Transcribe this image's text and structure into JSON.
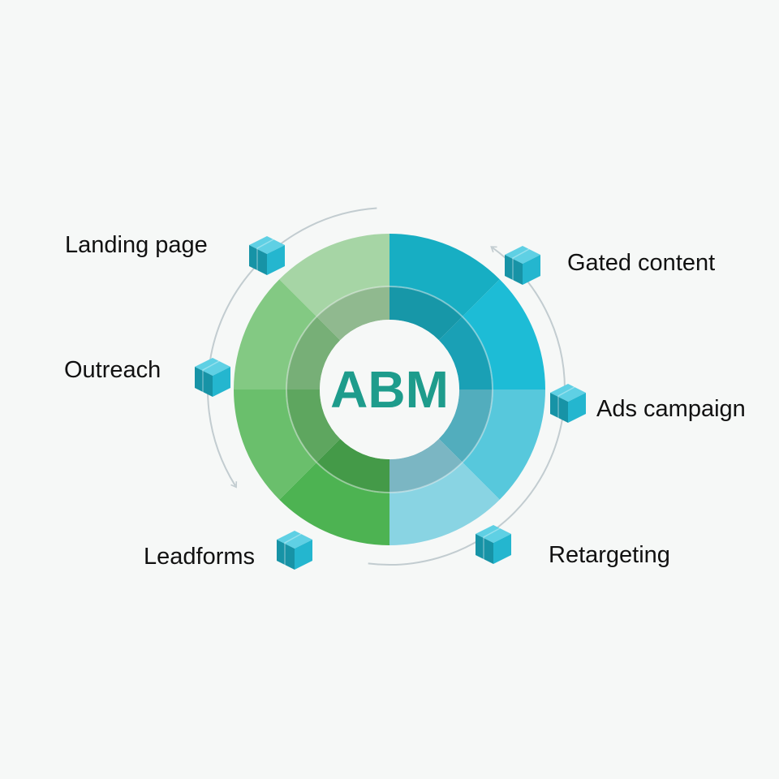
{
  "center": {
    "label": "ABM",
    "color": "#1e9c8c"
  },
  "stages": [
    {
      "id": "landing-page",
      "label": "Landing page",
      "side": "left",
      "outer_color": "#a6d5a5",
      "inner_color": "#90b98f"
    },
    {
      "id": "outreach",
      "label": "Outreach",
      "side": "left",
      "outer_color": "#83c983",
      "inner_color": "#77af77"
    },
    {
      "id": "leadforms",
      "label": "Leadforms",
      "side": "left",
      "outer_color": "#4db352",
      "inner_color": "#449a48"
    },
    {
      "id": "gated-content",
      "label": "Gated content",
      "side": "right",
      "outer_color": "#17aec3",
      "inner_color": "#1797a8"
    },
    {
      "id": "ads-campaign",
      "label": "Ads campaign",
      "side": "right",
      "outer_color": "#57c8dc",
      "inner_color": "#52adbd"
    },
    {
      "id": "retargeting",
      "label": "Retargeting",
      "side": "right",
      "outer_color": "#89d4e3",
      "inner_color": "#7bb6c3"
    }
  ],
  "ring_segments": [
    {
      "outer": "#a6d5a5",
      "inner": "#90b98f"
    },
    {
      "outer": "#17aec3",
      "inner": "#1797a8"
    },
    {
      "outer": "#1dbcd6",
      "inner": "#1aa0b5"
    },
    {
      "outer": "#57c8dc",
      "inner": "#52adbd"
    },
    {
      "outer": "#89d4e3",
      "inner": "#7bb6c3"
    },
    {
      "outer": "#4db352",
      "inner": "#449a48"
    },
    {
      "outer": "#6abf6c",
      "inner": "#5ea65f"
    },
    {
      "outer": "#83c983",
      "inner": "#77af77"
    }
  ],
  "colors": {
    "background": "#f6f8f7",
    "cube_top": "#5fd0e4",
    "cube_left": "#1793a6",
    "cube_right": "#24b6cf",
    "arc": "#c2ccd0",
    "inner_divider": "#eef2f1"
  }
}
